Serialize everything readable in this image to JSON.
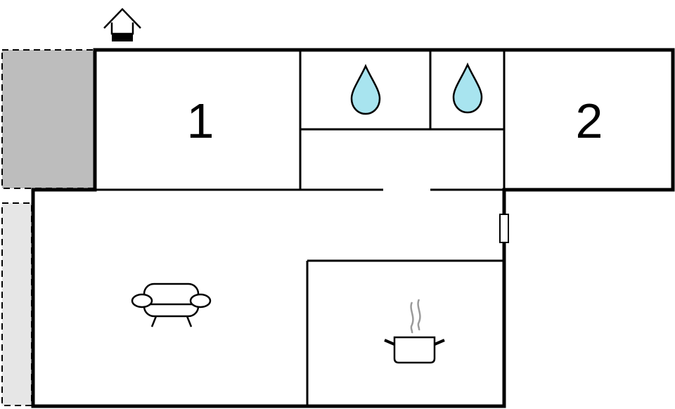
{
  "rooms": {
    "bedroom_1": {
      "label": "1",
      "icon": "bed-number-label"
    },
    "bedroom_2": {
      "label": "2",
      "icon": "bed-number-label"
    },
    "bathroom_1": {
      "icon": "water-drop-icon"
    },
    "bathroom_2": {
      "icon": "water-drop-icon"
    },
    "living_room": {
      "icon": "sofa-icon"
    },
    "kitchen": {
      "icon": "cooking-pot-icon"
    }
  },
  "entrance": {
    "icon": "house-entrance-icon"
  },
  "colors": {
    "wall": "#000000",
    "terrace_dark": "#bdbdbd",
    "terrace_light": "#e6e6e6",
    "water": "#a8e4ef",
    "steam": "#9a9a9a"
  }
}
